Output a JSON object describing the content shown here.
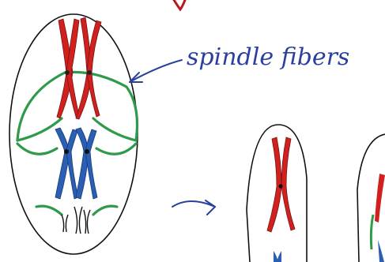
{
  "diagram": {
    "label_text": "spindle fibers",
    "colors": {
      "outline": "#111111",
      "chromosome_red": "#d0211f",
      "chromosome_blue": "#2a5fb3",
      "spindle_green": "#2f9a4a",
      "annotation_blue": "#2b3f9e",
      "top_fragment": "#b7181c"
    },
    "icons": [
      "cell-outline",
      "chromosome",
      "spindle-fiber",
      "annotation-arrow",
      "transition-arrow"
    ]
  }
}
